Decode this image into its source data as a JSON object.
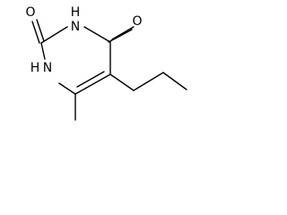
{
  "molecule": {
    "atoms": {
      "o_upper_left": "O",
      "n3": "N",
      "n3_h": "H",
      "o_upper_right": "O",
      "n1": "N",
      "n1_h": "H"
    }
  },
  "colors": {
    "bond": "#000000",
    "label": "#000000",
    "background": "#ffffff"
  }
}
